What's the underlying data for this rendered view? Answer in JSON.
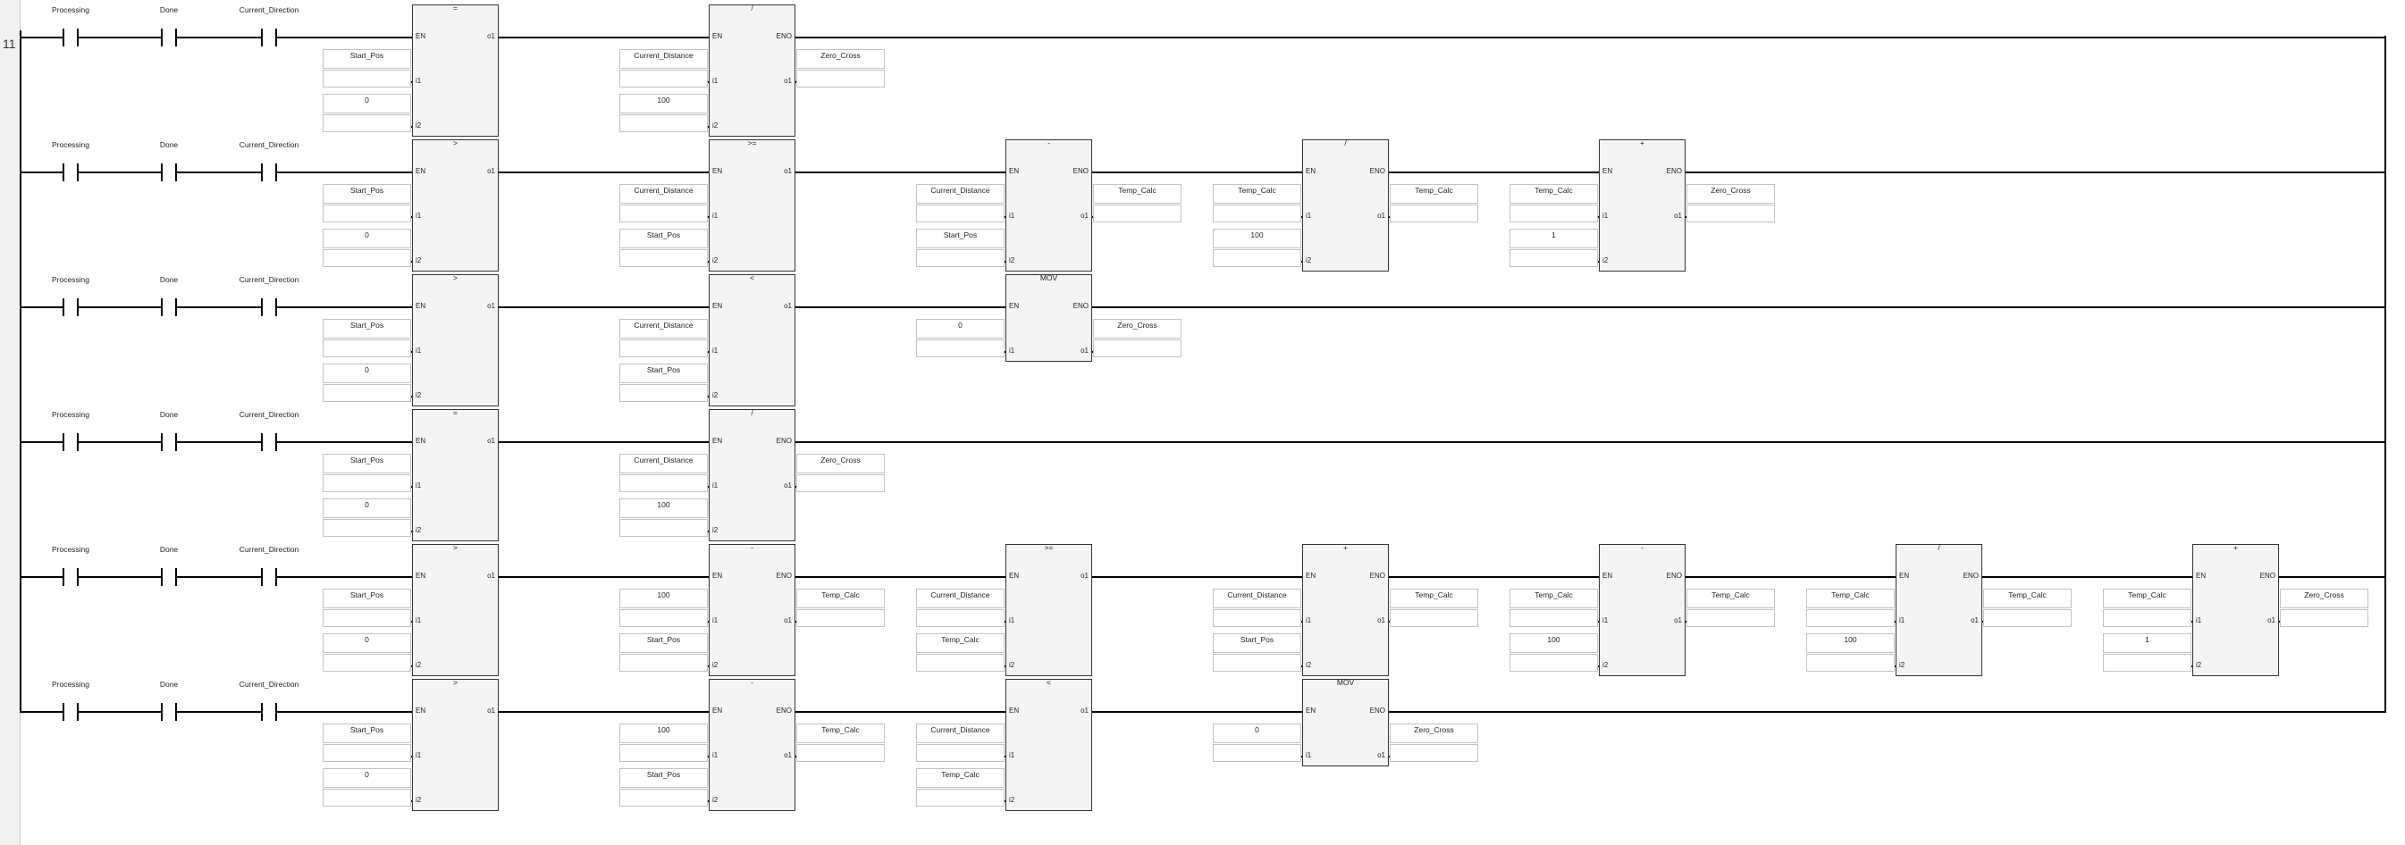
{
  "rung_number": "11",
  "rungs": [
    {
      "contacts": [
        "Processing",
        "Done",
        "Current_Direction"
      ],
      "blocks": [
        {
          "name": "=",
          "left_pins": [
            "EN",
            "i1",
            "i2"
          ],
          "right_pins": [
            "o1"
          ],
          "inputs": [
            "Start_Pos",
            "0"
          ],
          "outputs": []
        },
        {
          "name": "/",
          "left_pins": [
            "EN",
            "i1",
            "i2"
          ],
          "right_pins": [
            "ENO",
            "o1"
          ],
          "inputs": [
            "Current_Distance",
            "100"
          ],
          "outputs": [
            "Zero_Cross"
          ]
        }
      ]
    },
    {
      "contacts": [
        "Processing",
        "Done",
        "Current_Direction"
      ],
      "blocks": [
        {
          "name": ">",
          "left_pins": [
            "EN",
            "i1",
            "i2"
          ],
          "right_pins": [
            "o1"
          ],
          "inputs": [
            "Start_Pos",
            "0"
          ],
          "outputs": []
        },
        {
          "name": ">=",
          "left_pins": [
            "EN",
            "i1",
            "i2"
          ],
          "right_pins": [
            "o1"
          ],
          "inputs": [
            "Current_Distance",
            "Start_Pos"
          ],
          "outputs": []
        },
        {
          "name": "-",
          "left_pins": [
            "EN",
            "i1",
            "i2"
          ],
          "right_pins": [
            "ENO",
            "o1"
          ],
          "inputs": [
            "Current_Distance",
            "Start_Pos"
          ],
          "outputs": [
            "Temp_Calc"
          ]
        },
        {
          "name": "/",
          "left_pins": [
            "EN",
            "i1",
            "i2"
          ],
          "right_pins": [
            "ENO",
            "o1"
          ],
          "inputs": [
            "Temp_Calc",
            "100"
          ],
          "outputs": [
            "Temp_Calc"
          ]
        },
        {
          "name": "+",
          "left_pins": [
            "EN",
            "i1",
            "i2"
          ],
          "right_pins": [
            "ENO",
            "o1"
          ],
          "inputs": [
            "Temp_Calc",
            "1"
          ],
          "outputs": [
            "Zero_Cross"
          ]
        }
      ]
    },
    {
      "contacts": [
        "Processing",
        "Done",
        "Current_Direction"
      ],
      "blocks": [
        {
          "name": ">",
          "left_pins": [
            "EN",
            "i1",
            "i2"
          ],
          "right_pins": [
            "o1"
          ],
          "inputs": [
            "Start_Pos",
            "0"
          ],
          "outputs": []
        },
        {
          "name": "<",
          "left_pins": [
            "EN",
            "i1",
            "i2"
          ],
          "right_pins": [
            "o1"
          ],
          "inputs": [
            "Current_Distance",
            "Start_Pos"
          ],
          "outputs": []
        },
        {
          "name": "MOV",
          "left_pins": [
            "EN",
            "i1"
          ],
          "right_pins": [
            "ENO",
            "o1"
          ],
          "inputs": [
            "0"
          ],
          "outputs": [
            "Zero_Cross"
          ]
        }
      ]
    },
    {
      "contacts": [
        "Processing",
        "Done",
        "Current_Direction"
      ],
      "blocks": [
        {
          "name": "=",
          "left_pins": [
            "EN",
            "i1",
            "i2"
          ],
          "right_pins": [
            "o1"
          ],
          "inputs": [
            "Start_Pos",
            "0"
          ],
          "outputs": []
        },
        {
          "name": "/",
          "left_pins": [
            "EN",
            "i1",
            "i2"
          ],
          "right_pins": [
            "ENO",
            "o1"
          ],
          "inputs": [
            "Current_Distance",
            "100"
          ],
          "outputs": [
            "Zero_Cross"
          ]
        }
      ]
    },
    {
      "contacts": [
        "Processing",
        "Done",
        "Current_Direction"
      ],
      "blocks": [
        {
          "name": ">",
          "left_pins": [
            "EN",
            "i1",
            "i2"
          ],
          "right_pins": [
            "o1"
          ],
          "inputs": [
            "Start_Pos",
            "0"
          ],
          "outputs": []
        },
        {
          "name": "-",
          "left_pins": [
            "EN",
            "i1",
            "i2"
          ],
          "right_pins": [
            "ENO",
            "o1"
          ],
          "inputs": [
            "100",
            "Start_Pos"
          ],
          "outputs": [
            "Temp_Calc"
          ]
        },
        {
          "name": ">=",
          "left_pins": [
            "EN",
            "i1",
            "i2"
          ],
          "right_pins": [
            "o1"
          ],
          "inputs": [
            "Current_Distance",
            "Temp_Calc"
          ],
          "outputs": []
        },
        {
          "name": "+",
          "left_pins": [
            "EN",
            "i1",
            "i2"
          ],
          "right_pins": [
            "ENO",
            "o1"
          ],
          "inputs": [
            "Current_Distance",
            "Start_Pos"
          ],
          "outputs": [
            "Temp_Calc"
          ]
        },
        {
          "name": "-",
          "left_pins": [
            "EN",
            "i1",
            "i2"
          ],
          "right_pins": [
            "ENO",
            "o1"
          ],
          "inputs": [
            "Temp_Calc",
            "100"
          ],
          "outputs": [
            "Temp_Calc"
          ]
        },
        {
          "name": "/",
          "left_pins": [
            "EN",
            "i1",
            "i2"
          ],
          "right_pins": [
            "ENO",
            "o1"
          ],
          "inputs": [
            "Temp_Calc",
            "100"
          ],
          "outputs": [
            "Temp_Calc"
          ]
        },
        {
          "name": "+",
          "left_pins": [
            "EN",
            "i1",
            "i2"
          ],
          "right_pins": [
            "ENO",
            "o1"
          ],
          "inputs": [
            "Temp_Calc",
            "1"
          ],
          "outputs": [
            "Zero_Cross"
          ]
        }
      ]
    },
    {
      "contacts": [
        "Processing",
        "Done",
        "Current_Direction"
      ],
      "blocks": [
        {
          "name": ">",
          "left_pins": [
            "EN",
            "i1",
            "i2"
          ],
          "right_pins": [
            "o1"
          ],
          "inputs": [
            "Start_Pos",
            "0"
          ],
          "outputs": []
        },
        {
          "name": "-",
          "left_pins": [
            "EN",
            "i1",
            "i2"
          ],
          "right_pins": [
            "ENO",
            "o1"
          ],
          "inputs": [
            "100",
            "Start_Pos"
          ],
          "outputs": [
            "Temp_Calc"
          ]
        },
        {
          "name": "<",
          "left_pins": [
            "EN",
            "i1",
            "i2"
          ],
          "right_pins": [
            "o1"
          ],
          "inputs": [
            "Current_Distance",
            "Temp_Calc"
          ],
          "outputs": []
        },
        {
          "name": "MOV",
          "left_pins": [
            "EN",
            "i1"
          ],
          "right_pins": [
            "ENO",
            "o1"
          ],
          "inputs": [
            "0"
          ],
          "outputs": [
            "Zero_Cross"
          ]
        }
      ]
    }
  ]
}
